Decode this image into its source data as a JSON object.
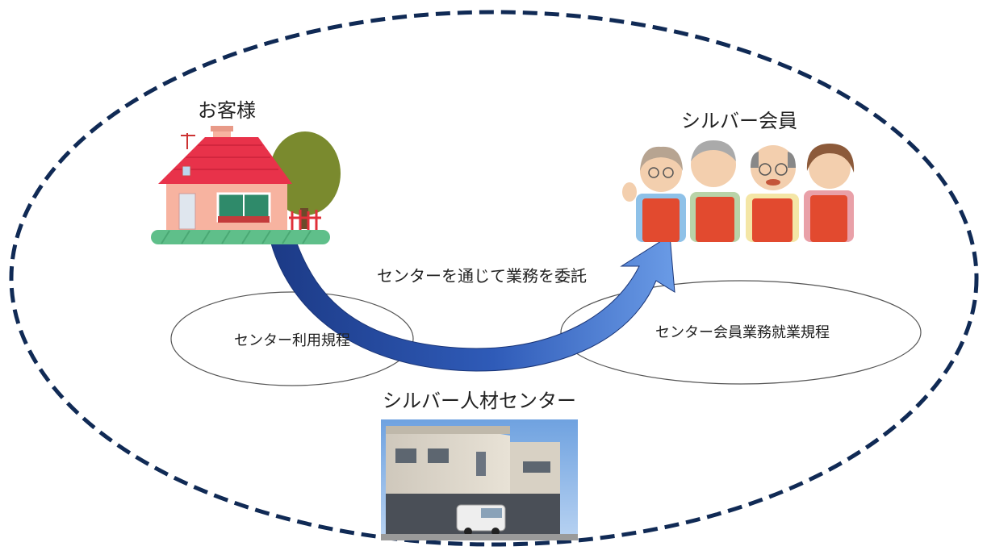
{
  "customer": {
    "label": "お客様"
  },
  "members": {
    "label": "シルバー会員"
  },
  "flow": {
    "label": "センターを通じて業務を委託"
  },
  "rules": {
    "usage": "センター利用規程",
    "member_work": "センター会員業務就業規程"
  },
  "center": {
    "label": "シルバー人材センター"
  },
  "colors": {
    "boundary": "#102a55",
    "arrow_dark": "#1f3f8f",
    "arrow_light": "#5b8ee0",
    "roof": "#e8324a",
    "house_wall": "#f7b3a0",
    "tree": "#7a8a2e",
    "grass": "#5fbf8a",
    "apron": "#e24a2f"
  },
  "icons": {
    "customer": "house-icon",
    "members": "elderly-workers-icon",
    "center": "building-photo"
  }
}
